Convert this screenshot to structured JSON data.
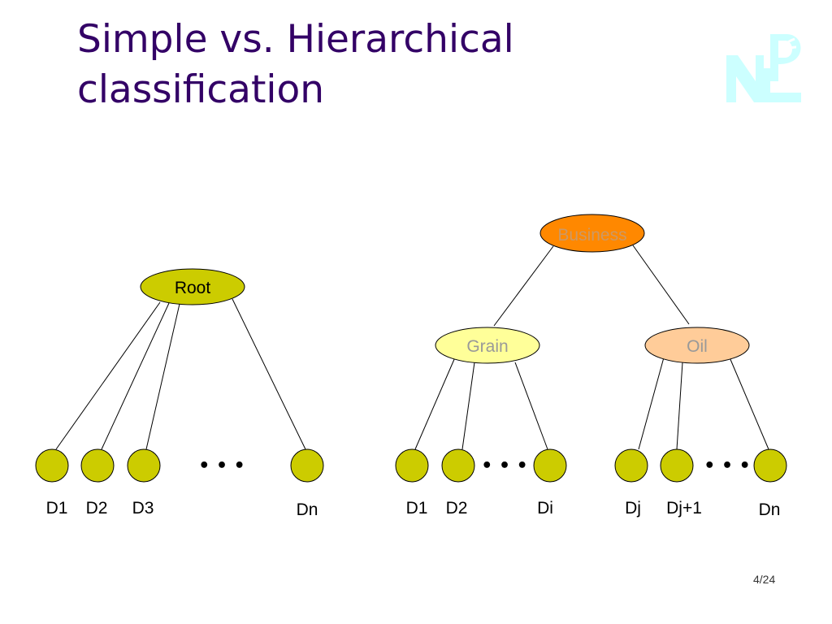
{
  "slide": {
    "title_line1": "Simple vs. Hierarchical",
    "title_line2": "classification",
    "page_number": "4/24",
    "logo_text": "NLP"
  },
  "colors": {
    "title": "#330066",
    "leaf": "#cccc00",
    "root": "#cccc00",
    "business": "#ff8800",
    "grain": "#ffff99",
    "oil": "#ffcc99",
    "logo": "#ccffff"
  },
  "simple_tree": {
    "root_label": "Root",
    "leaves": [
      "D1",
      "D2",
      "D3",
      "Dn"
    ],
    "ellipsis": "• • •"
  },
  "hierarchical_tree": {
    "root_label": "Business",
    "grain": {
      "label": "Grain",
      "leaves": [
        "D1",
        "D2",
        "Di"
      ],
      "ellipsis": "• • •"
    },
    "oil": {
      "label": "Oil",
      "leaves": [
        "Dj",
        "Dj+1",
        "Dn"
      ],
      "ellipsis": "• • •"
    }
  }
}
